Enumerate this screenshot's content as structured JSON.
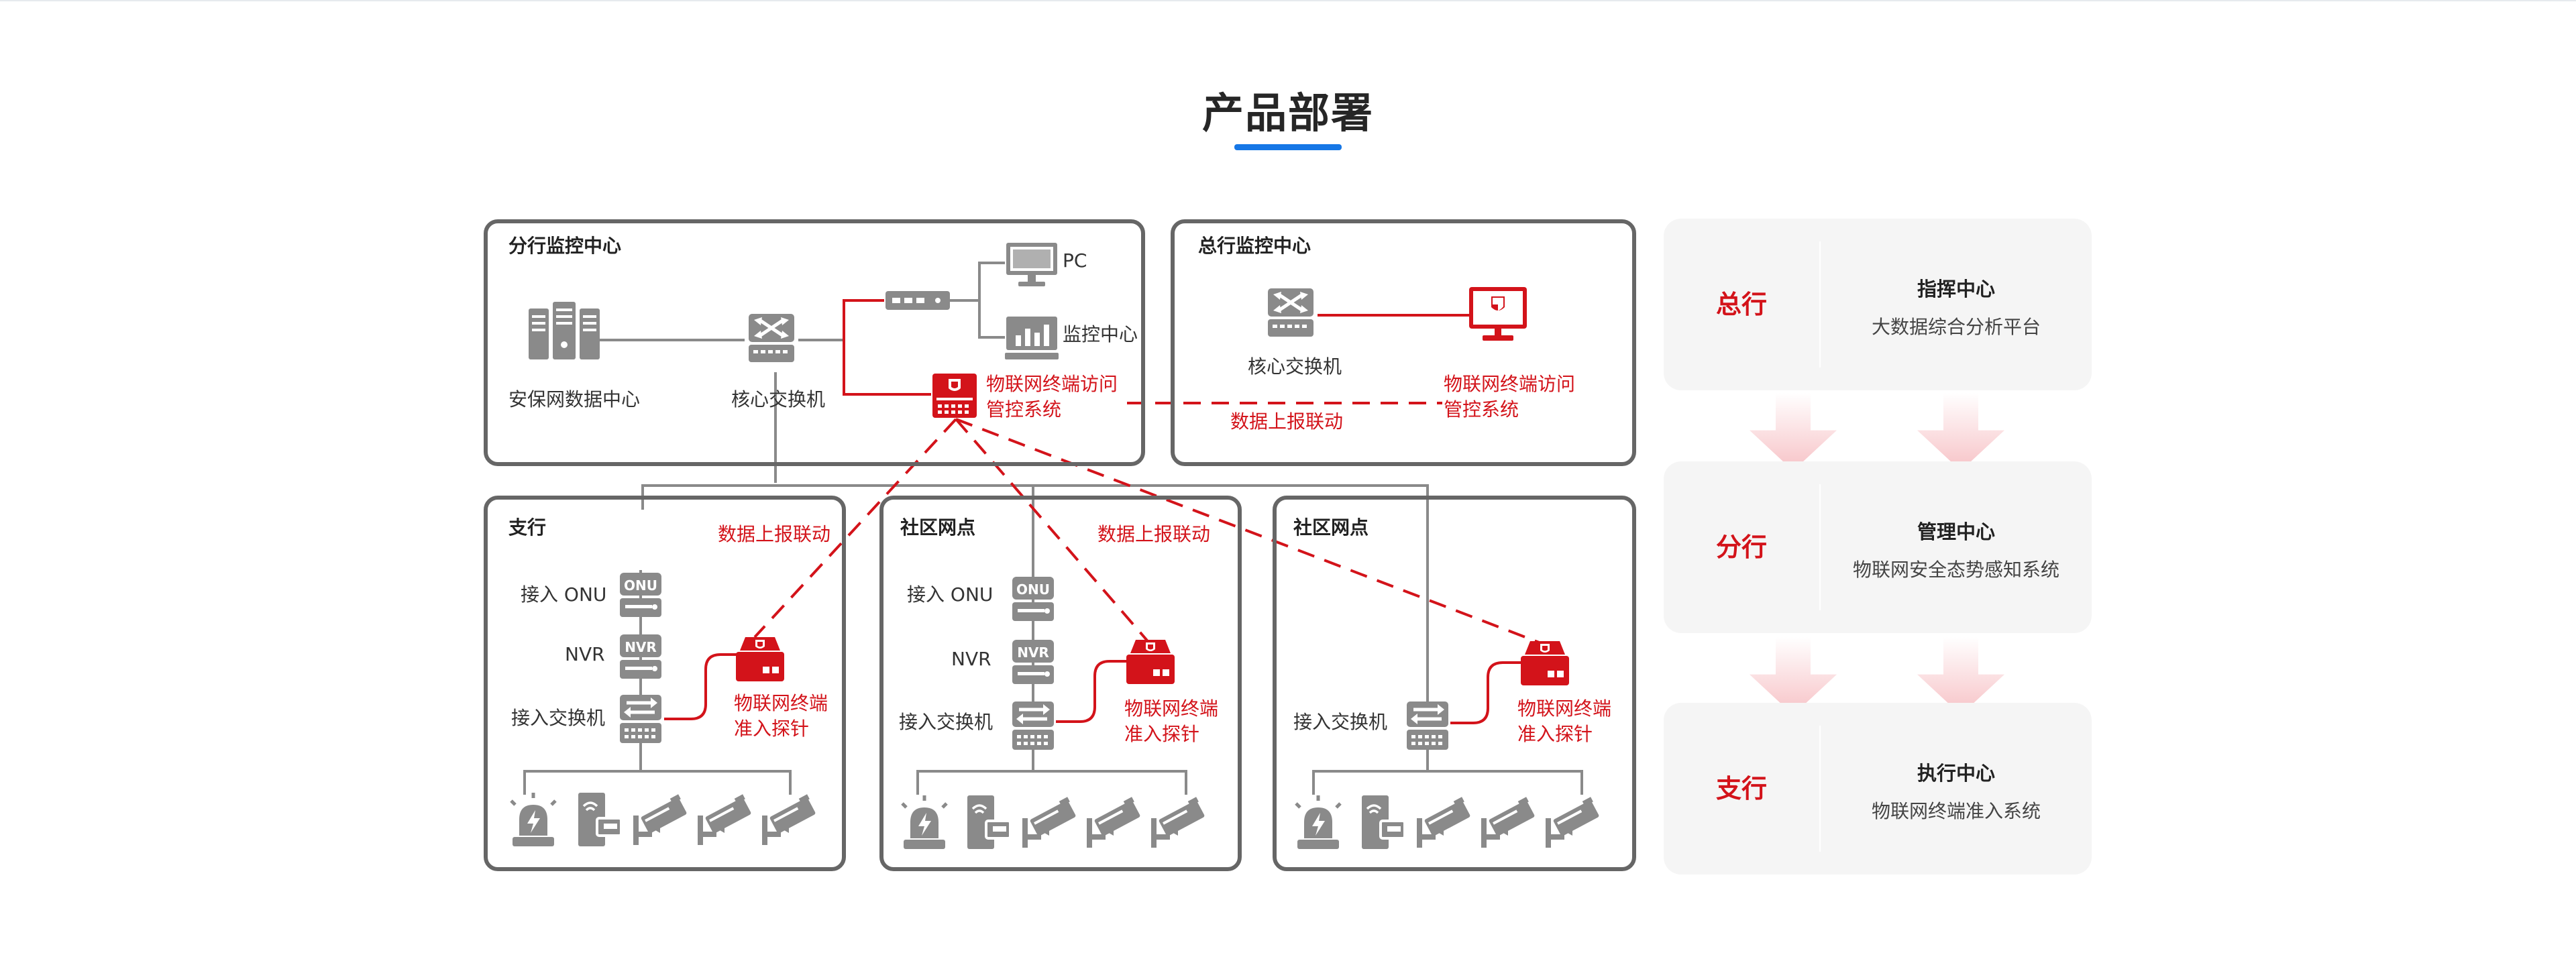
{
  "page": {
    "title": "产品部署"
  },
  "diagram": {
    "branch_center": {
      "title": "分行监控中心",
      "data_center_label": "安保网数据中心",
      "core_switch_label": "核心交换机",
      "pc_label": "PC",
      "monitor_label": "监控中心",
      "system_label_line1": "物联网终端访问",
      "system_label_line2": "管控系统"
    },
    "hq_center": {
      "title": "总行监控中心",
      "core_switch_label": "核心交换机",
      "system_label_line1": "物联网终端访问",
      "system_label_line2": "管控系统"
    },
    "uplink_label": "数据上报联动",
    "sub_branch": {
      "title": "支行",
      "data_link_label": "数据上报联动",
      "onu_label": "接入 ONU",
      "nvr_label": "NVR",
      "switch_label": "接入交换机",
      "probe_line1": "物联网终端",
      "probe_line2": "准入探针"
    },
    "community_a": {
      "title": "社区网点",
      "data_link_label": "数据上报联动",
      "onu_label": "接入 ONU",
      "nvr_label": "NVR",
      "switch_label": "接入交换机",
      "probe_line1": "物联网终端",
      "probe_line2": "准入探针"
    },
    "community_b": {
      "title": "社区网点",
      "switch_label": "接入交换机",
      "probe_line1": "物联网终端",
      "probe_line2": "准入探针"
    },
    "device_badges": {
      "onu": "ONU",
      "nvr": "NVR"
    }
  },
  "hierarchy": [
    {
      "level": "总行",
      "title": "指挥中心",
      "desc": "大数据综合分析平台"
    },
    {
      "level": "分行",
      "title": "管理中心",
      "desc": "物联网安全态势感知系统"
    },
    {
      "level": "支行",
      "title": "执行中心",
      "desc": "物联网终端准入系统"
    }
  ],
  "colors": {
    "accent_red": "#d3131a",
    "frame_gray": "#666666",
    "icon_gray": "#8a8a8a",
    "title_bar_blue": "#1677e6"
  }
}
